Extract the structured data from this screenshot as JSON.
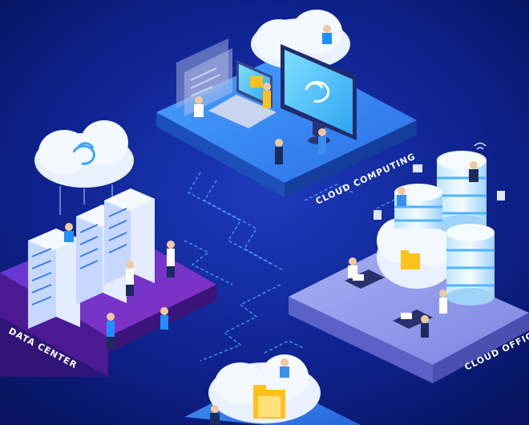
{
  "labels": {
    "cloud_computing": "CLOUD COMPUTING",
    "data_center": "DATA CENTER",
    "cloud_office": "CLOUD OFFICE"
  },
  "colors": {
    "background": "#0a1a78",
    "platform_blue": "#2f7ef0",
    "platform_purple": "#6a2fc4",
    "platform_lavender": "#8c95e8",
    "circuit": "#4fa8ff",
    "cloud": "#e9f1ff",
    "server": "#dce8ff",
    "accent_yellow": "#ffc21a"
  },
  "icons": [
    "cloud-icon",
    "sync-arrows-icon",
    "folder-icon",
    "laptop-icon",
    "monitor-icon",
    "server-rack-icon",
    "database-cylinder-icon",
    "person-icon",
    "wifi-icon",
    "lock-icon",
    "message-icon"
  ]
}
